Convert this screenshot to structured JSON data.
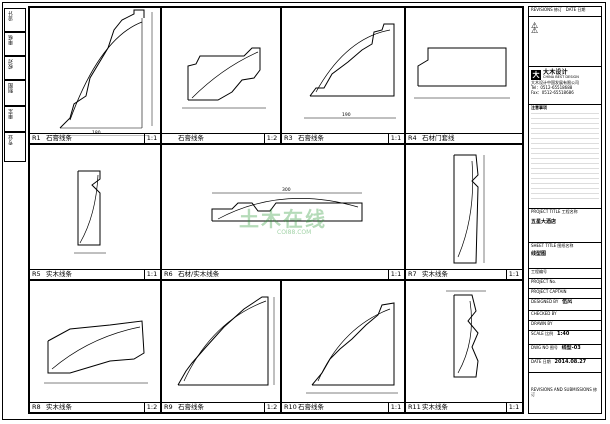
{
  "margin_strip": {
    "labels": [
      "设计",
      "审核",
      "校对",
      "制图",
      "审定",
      "专业"
    ],
    "side_label": "会签"
  },
  "cells": [
    {
      "id": "R1",
      "name": "石膏线条",
      "scale": "1:1"
    },
    {
      "id": "",
      "name": "石膏线条",
      "scale": "1:2"
    },
    {
      "id": "R3",
      "name": "石膏线条",
      "scale": "1:1"
    },
    {
      "id": "R4",
      "name": "石材门套线",
      "scale": ""
    },
    {
      "id": "R5",
      "name": "实木线条",
      "scale": "1:1"
    },
    {
      "id": "R6",
      "name": "石材/实木线条",
      "scale": "1:1"
    },
    {
      "id": "R7",
      "name": "实木线条",
      "scale": "1:1"
    },
    {
      "id": "R8",
      "name": "实木线条",
      "scale": "1:2"
    },
    {
      "id": "R9",
      "name": "石膏线条",
      "scale": "1:2"
    },
    {
      "id": "R10",
      "name": "石膏线条",
      "scale": "1:1"
    },
    {
      "id": "R11",
      "name": "实木线条",
      "scale": "1:1"
    }
  ],
  "dims": {
    "r1": "180",
    "r3": "190",
    "r6": "300"
  },
  "title_block": {
    "revision_label": "REVISIONS 修订",
    "date_label": "DATE 日期",
    "company_cn": "大木设计",
    "company_en": "CHINA BEST DESIGN",
    "company_full": "大木设计中国发展有限公司",
    "tel": "Tel：0512-65518688",
    "fax": "Fax：0512-65518686",
    "notes_title": "注意事项",
    "project_title_label": "PROJECT TITLE",
    "project_title_cn": "工程名称",
    "project_name": "五星大酒店",
    "sheet_title_label": "SHEET TITLE",
    "sheet_title_cn": "图纸名称",
    "sheet_name": "线型图",
    "drawing_no_label": "工程编号",
    "project_no_label": "PROJECT No.",
    "design_label": "PROJECT CAPTAIN",
    "designer_label": "DESIGNED BY",
    "designer": "伍凤",
    "checked_label": "CHECKED BY",
    "drawn_label": "DRAWN BY",
    "scale_label": "SCALE 比例",
    "scale_val": "1:40",
    "dwg_label": "DWG NO 图号",
    "dwg_val": "线型-03",
    "date_val": "2014.08.27",
    "footer": "REVISIONS AND SUBMISSIONS 修订"
  },
  "watermark": {
    "main": "土木在线",
    "sub": "COI88.COM"
  }
}
